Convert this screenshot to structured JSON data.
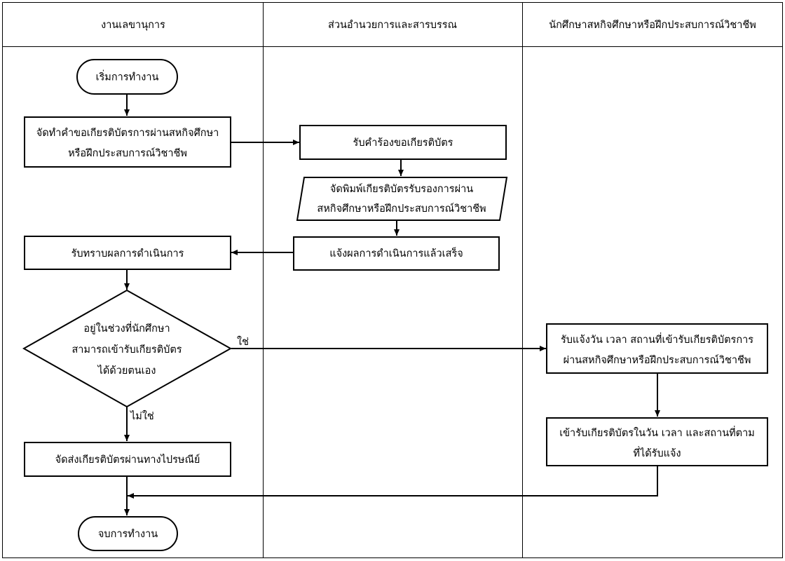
{
  "lanes": {
    "secretary": "งานเลขานุการ",
    "admin": "ส่วนอำนวยการและสารบรรณ",
    "student": "นักศึกษาสหกิจศึกษาหรือฝึกประสบการณ์วิชาชีพ"
  },
  "nodes": {
    "start": "เริ่มการทำงาน",
    "prepare_request": [
      "จัดทำคำขอเกียรติบัตรการผ่านสหกิจศึกษา",
      "หรือฝึกประสบการณ์วิชาชีพ"
    ],
    "receive_request": "รับคำร้องขอเกียรติบัตร",
    "print_certificate": [
      "จัดพิมพ์เกียรติบัตรรับรองการผ่าน",
      "สหกิจศึกษาหรือฝึกประสบการณ์วิชาชีพ"
    ],
    "notify_done": "แจ้งผลการดำเนินการแล้วเสร็จ",
    "acknowledge": "รับทราบผลการดำเนินการ",
    "decision": [
      "อยู่ในช่วงที่นักศึกษา",
      "สามารถเข้ารับเกียรติบัตร",
      "ได้ด้วยตนเอง"
    ],
    "notify_schedule": [
      "รับแจ้งวัน เวลา สถานที่เข้ารับเกียรติบัตรการ",
      "ผ่านสหกิจศึกษาหรือฝึกประสบการณ์วิชาชีพ"
    ],
    "attend": [
      "เข้ารับเกียรติบัตรในวัน เวลา และสถานที่ตาม",
      "ที่ได้รับแจ้ง"
    ],
    "mail": "จัดส่งเกียรติบัตรผ่านทางไปรษณีย์",
    "end": "จบการทำงาน"
  },
  "edge_labels": {
    "yes": "ใช่",
    "no": "ไม่ใช่"
  }
}
